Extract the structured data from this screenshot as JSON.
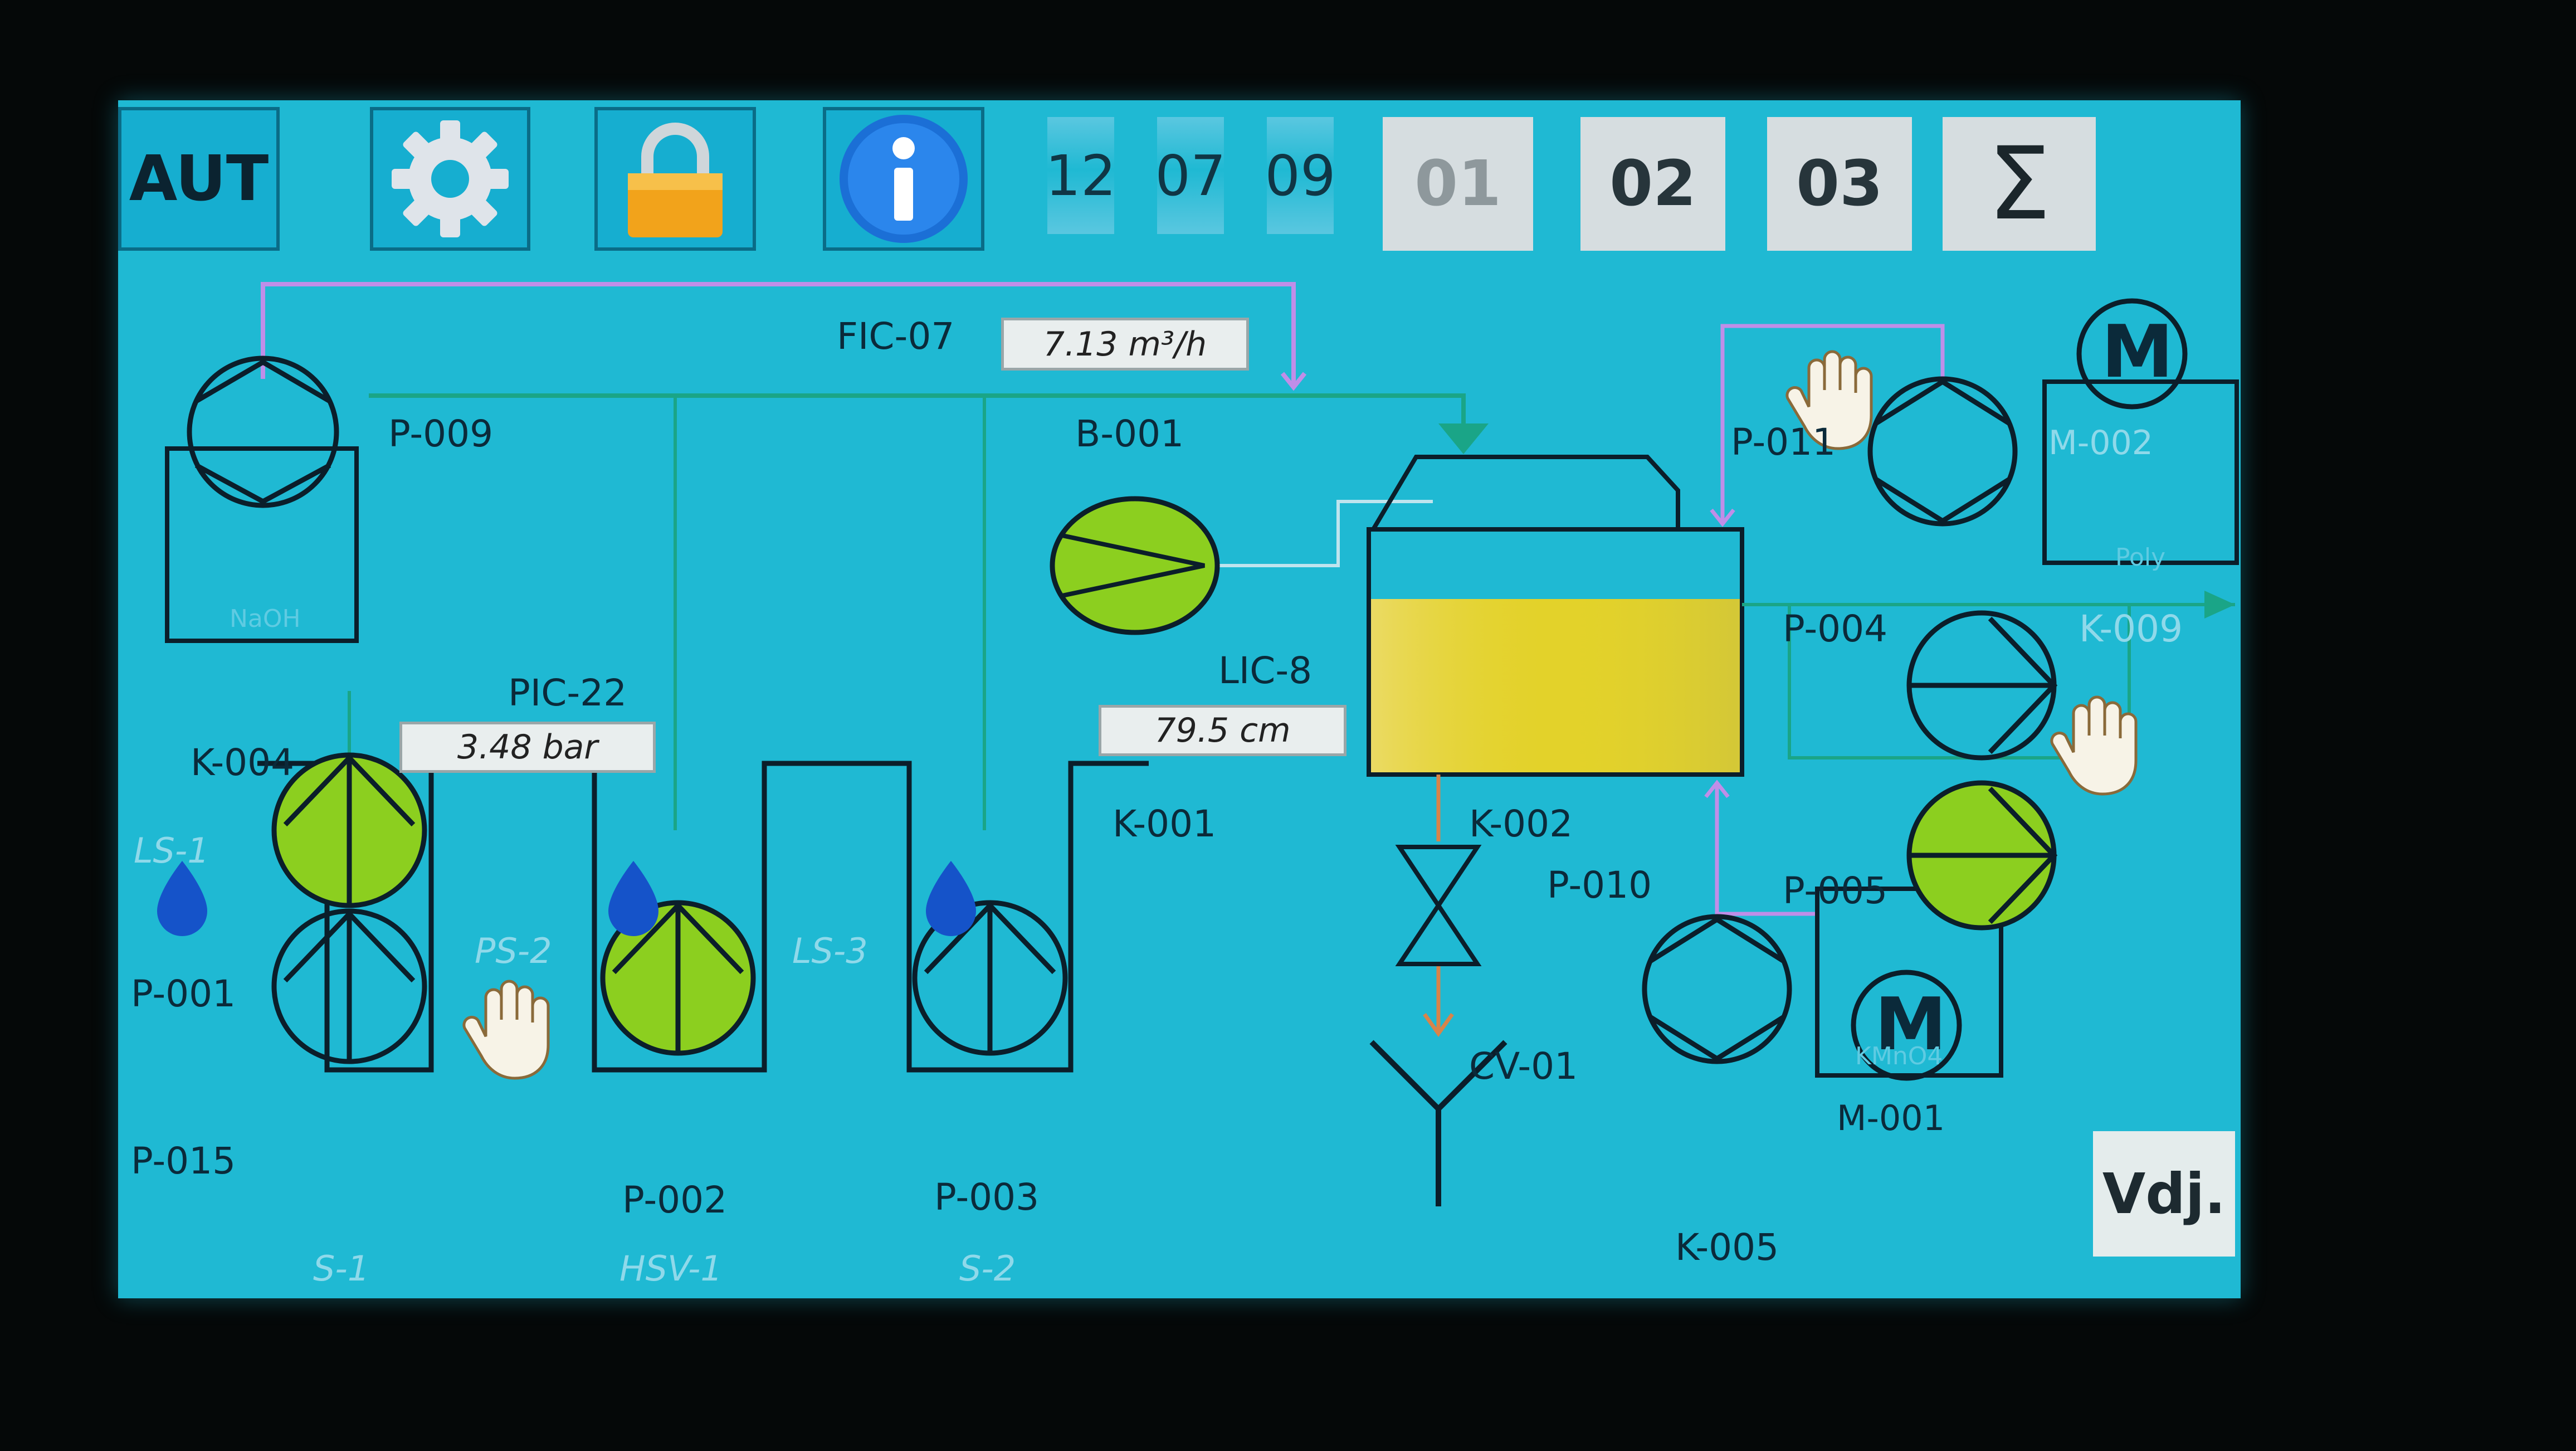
{
  "toolbar": {
    "mode_label": "AUT",
    "settings_icon": "gear-icon",
    "lock_icon": "lock-icon",
    "info_icon": "info-icon",
    "clock": {
      "hours": "12",
      "minutes": "07",
      "seconds": "09"
    },
    "screens": [
      "01",
      "02",
      "03"
    ],
    "active_screen": "01",
    "summary_label": "Σ"
  },
  "instruments": {
    "flow": {
      "tag": "FIC-07",
      "value": "7.13 m³/h"
    },
    "pressure": {
      "tag": "PIC-22",
      "value": "3.48 bar"
    },
    "level": {
      "tag": "LIC-8",
      "value": "79.5 cm"
    }
  },
  "equipment": {
    "pumps": {
      "p009": "P-009",
      "p001": "P-001",
      "p015": "P-015",
      "p002": "P-002",
      "p003": "P-003",
      "p010": "P-010",
      "p011": "P-011",
      "p004": "P-004",
      "p005": "P-005"
    },
    "blower": "B-001",
    "tanks": {
      "k004": "K-004",
      "k001": "K-001",
      "k002": "K-002",
      "k005": "K-005",
      "k009": "K-009"
    },
    "motors": {
      "m001": "M-001",
      "m002": "M-002",
      "symbol": "M"
    },
    "valve": "CV-01",
    "faint_tags": {
      "ls1": "LS-1",
      "ps2": "PS-2",
      "ls3": "LS-3",
      "s1": "S-1",
      "hsv1": "HSV-1",
      "s2": "S-2",
      "naoh": "NaOH",
      "kmno4": "KMnO4",
      "poly": "Poly"
    }
  },
  "footer": {
    "next_label": "Vdj."
  },
  "colors": {
    "screen_bg": "#1fb9d3",
    "running_pump": "#8ccf1f",
    "tank_level": "#e3d22a",
    "flow_line": "#1aa587",
    "purple_line": "#c08ee8",
    "orange_line": "#d8844a"
  }
}
